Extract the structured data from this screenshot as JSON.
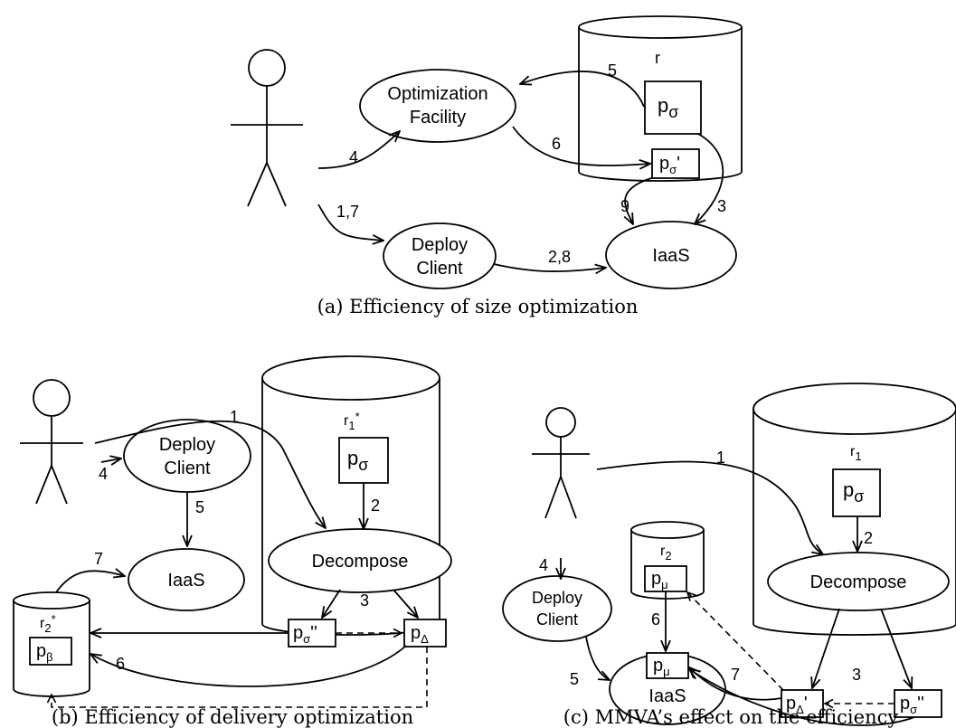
{
  "panel_a": {
    "caption": "(a) Efficiency of size optimization",
    "repo_label": "r",
    "opt_line1": "Optimization",
    "opt_line2": "Facility",
    "deploy_line1": "Deploy",
    "deploy_line2": "Client",
    "iaas": "IaaS",
    "box_p": "p",
    "sub_sigma": "σ",
    "prime": "'",
    "e4": "4",
    "e5": "5",
    "e6": "6",
    "e17": "1,7",
    "e28": "2,8",
    "e9": "9",
    "e3": "3"
  },
  "panel_b": {
    "caption": "(b) Efficiency of delivery optimization",
    "repo1_r": "r",
    "repo1_sub": "1",
    "star": "*",
    "repo2_r": "r",
    "repo2_sub": "2",
    "deploy_line1": "Deploy",
    "deploy_line2": "Client",
    "iaas": "IaaS",
    "decompose": "Decompose",
    "box_p": "p",
    "sub_sigma": "σ",
    "sub_delta": "Δ",
    "sub_beta": "β",
    "dprime": "''",
    "e1": "1",
    "e2": "2",
    "e3": "3",
    "e4": "4",
    "e5": "5",
    "e6": "6",
    "e7": "7"
  },
  "panel_c": {
    "caption": "(c) MMVA’s effect on the efficiency",
    "repo1_r": "r",
    "repo1_sub": "1",
    "repo2_r": "r",
    "repo2_sub": "2",
    "deploy_line1": "Deploy",
    "deploy_line2": "Client",
    "iaas": "IaaS",
    "decompose": "Decompose",
    "box_p": "p",
    "sub_sigma": "σ",
    "sub_mu": "μ",
    "sub_delta": "Δ",
    "prime": "'",
    "dprime": "''",
    "e1": "1",
    "e2": "2",
    "e3": "3",
    "e4": "4",
    "e5": "5",
    "e6": "6",
    "e7": "7"
  }
}
